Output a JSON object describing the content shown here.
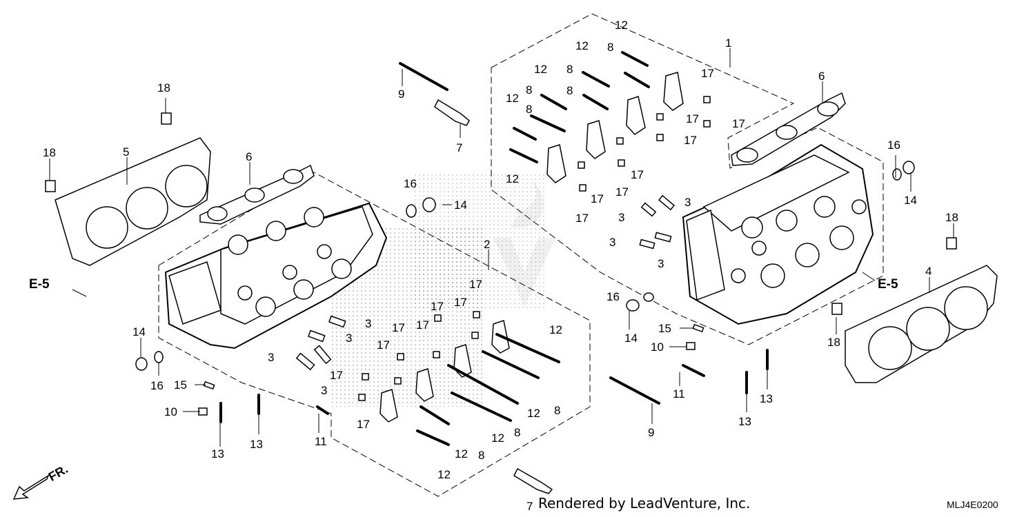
{
  "diagram": {
    "part_labels": [
      {
        "id": "1",
        "text": "1"
      },
      {
        "id": "2",
        "text": "2"
      },
      {
        "id": "3",
        "text": "3"
      },
      {
        "id": "4",
        "text": "4"
      },
      {
        "id": "5",
        "text": "5"
      },
      {
        "id": "6",
        "text": "6"
      },
      {
        "id": "7",
        "text": "7"
      },
      {
        "id": "8",
        "text": "8"
      },
      {
        "id": "9",
        "text": "9"
      },
      {
        "id": "10",
        "text": "10"
      },
      {
        "id": "11",
        "text": "11"
      },
      {
        "id": "12",
        "text": "12"
      },
      {
        "id": "13",
        "text": "13"
      },
      {
        "id": "14",
        "text": "14"
      },
      {
        "id": "15",
        "text": "15"
      },
      {
        "id": "16",
        "text": "16"
      },
      {
        "id": "17",
        "text": "17"
      },
      {
        "id": "18",
        "text": "18"
      }
    ],
    "ref_left": "E-5",
    "ref_right": "E-5",
    "front_marker": "FR.",
    "credit": "Rendered by LeadVenture, Inc.",
    "diagram_code": "MLJ4E0200"
  }
}
